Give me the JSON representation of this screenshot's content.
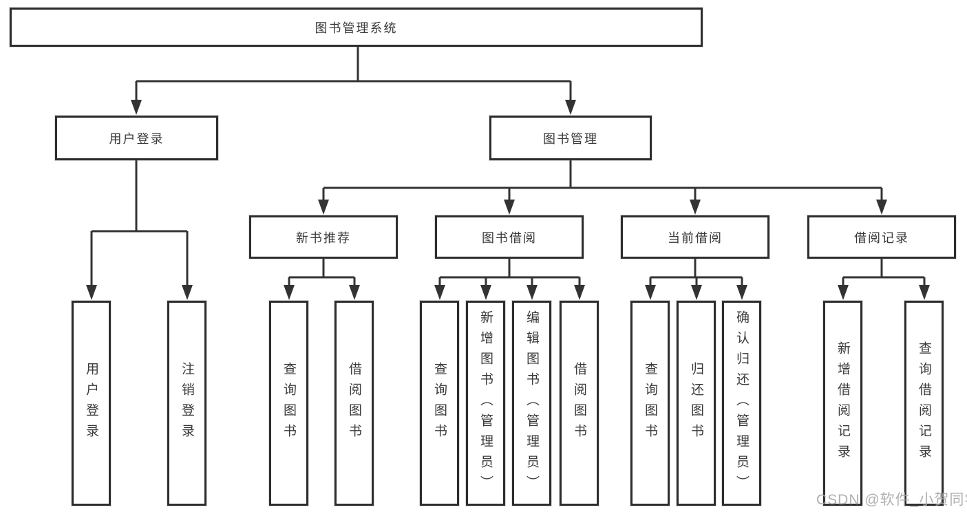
{
  "diagram": {
    "title": "图书管理系统",
    "root": {
      "label": "图书管理系统"
    },
    "level2": [
      {
        "label": "用户登录"
      },
      {
        "label": "图书管理"
      }
    ],
    "level3": [
      {
        "label": "新书推荐",
        "parent": "图书管理"
      },
      {
        "label": "图书借阅",
        "parent": "图书管理"
      },
      {
        "label": "当前借阅",
        "parent": "图书管理"
      },
      {
        "label": "借阅记录",
        "parent": "图书管理"
      }
    ],
    "leaves": [
      {
        "label": "用户登录",
        "parent": "用户登录"
      },
      {
        "label": "注销登录",
        "parent": "用户登录"
      },
      {
        "label": "查询图书",
        "parent": "新书推荐"
      },
      {
        "label": "借阅图书",
        "parent": "新书推荐"
      },
      {
        "label": "查询图书",
        "parent": "图书借阅"
      },
      {
        "label": "新增图书（管理员）",
        "parent": "图书借阅"
      },
      {
        "label": "编辑图书（管理员）",
        "parent": "图书借阅"
      },
      {
        "label": "借阅图书",
        "parent": "图书借阅"
      },
      {
        "label": "查询图书",
        "parent": "当前借阅"
      },
      {
        "label": "归还图书",
        "parent": "当前借阅"
      },
      {
        "label": "确认归还（管理员）",
        "parent": "当前借阅"
      },
      {
        "label": "新增借阅记录",
        "parent": "借阅记录"
      },
      {
        "label": "查询借阅记录",
        "parent": "借阅记录"
      }
    ]
  },
  "watermark": {
    "text": "CSDN @软件_小贺同学"
  },
  "colors": {
    "line": "#333333",
    "box_border": "#2d2d2d",
    "text": "#3a3a3a",
    "background": "#ffffff",
    "watermark": "#a8a8a8"
  }
}
